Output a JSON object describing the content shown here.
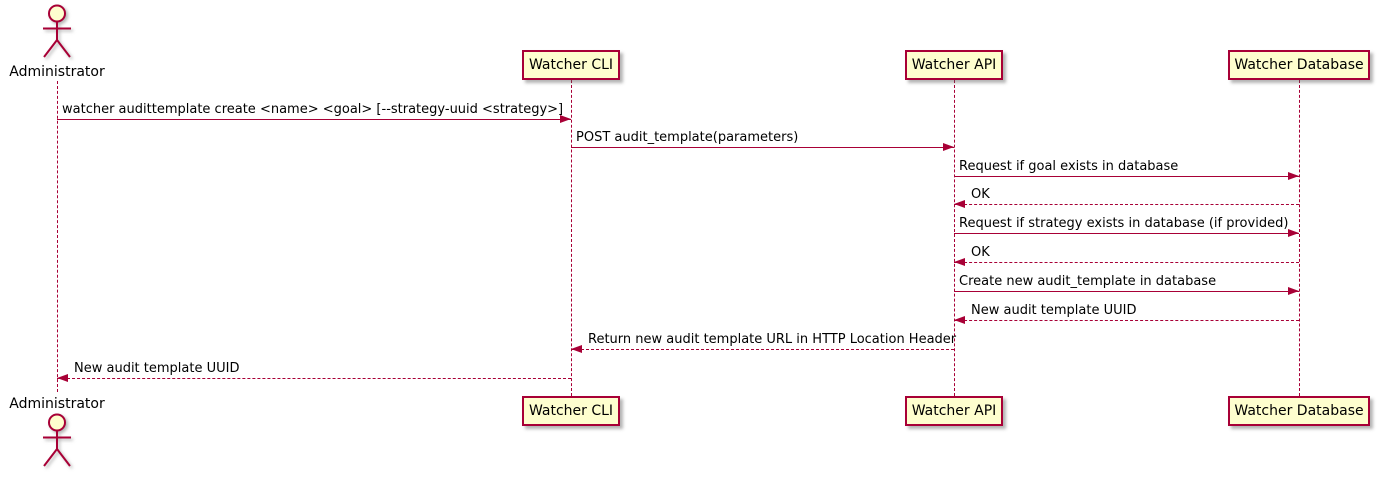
{
  "diagram": {
    "type": "uml-sequence",
    "colors": {
      "accent": "#A80036",
      "participant_fill": "#FEFECE",
      "text": "#000000",
      "background": "#FFFFFF"
    },
    "actor": {
      "label": "Administrator"
    },
    "participants": [
      {
        "label": "Watcher CLI"
      },
      {
        "label": "Watcher API"
      },
      {
        "label": "Watcher Database"
      }
    ],
    "messages": [
      {
        "from": "Administrator",
        "to": "Watcher CLI",
        "style": "solid",
        "text": "watcher audittemplate create <name> <goal> [--strategy-uuid <strategy>]"
      },
      {
        "from": "Watcher CLI",
        "to": "Watcher API",
        "style": "solid",
        "text": "POST audit_template(parameters)"
      },
      {
        "from": "Watcher API",
        "to": "Watcher Database",
        "style": "solid",
        "text": "Request if goal exists in database"
      },
      {
        "from": "Watcher Database",
        "to": "Watcher API",
        "style": "dashed",
        "text": "OK"
      },
      {
        "from": "Watcher API",
        "to": "Watcher Database",
        "style": "solid",
        "text": "Request if strategy exists in database (if provided)"
      },
      {
        "from": "Watcher Database",
        "to": "Watcher API",
        "style": "dashed",
        "text": "OK"
      },
      {
        "from": "Watcher API",
        "to": "Watcher Database",
        "style": "solid",
        "text": "Create new audit_template in database"
      },
      {
        "from": "Watcher Database",
        "to": "Watcher API",
        "style": "dashed",
        "text": "New audit template UUID"
      },
      {
        "from": "Watcher API",
        "to": "Watcher CLI",
        "style": "dashed",
        "text": "Return new audit template URL in HTTP Location Header"
      },
      {
        "from": "Watcher CLI",
        "to": "Administrator",
        "style": "dashed",
        "text": "New audit template UUID"
      }
    ]
  }
}
